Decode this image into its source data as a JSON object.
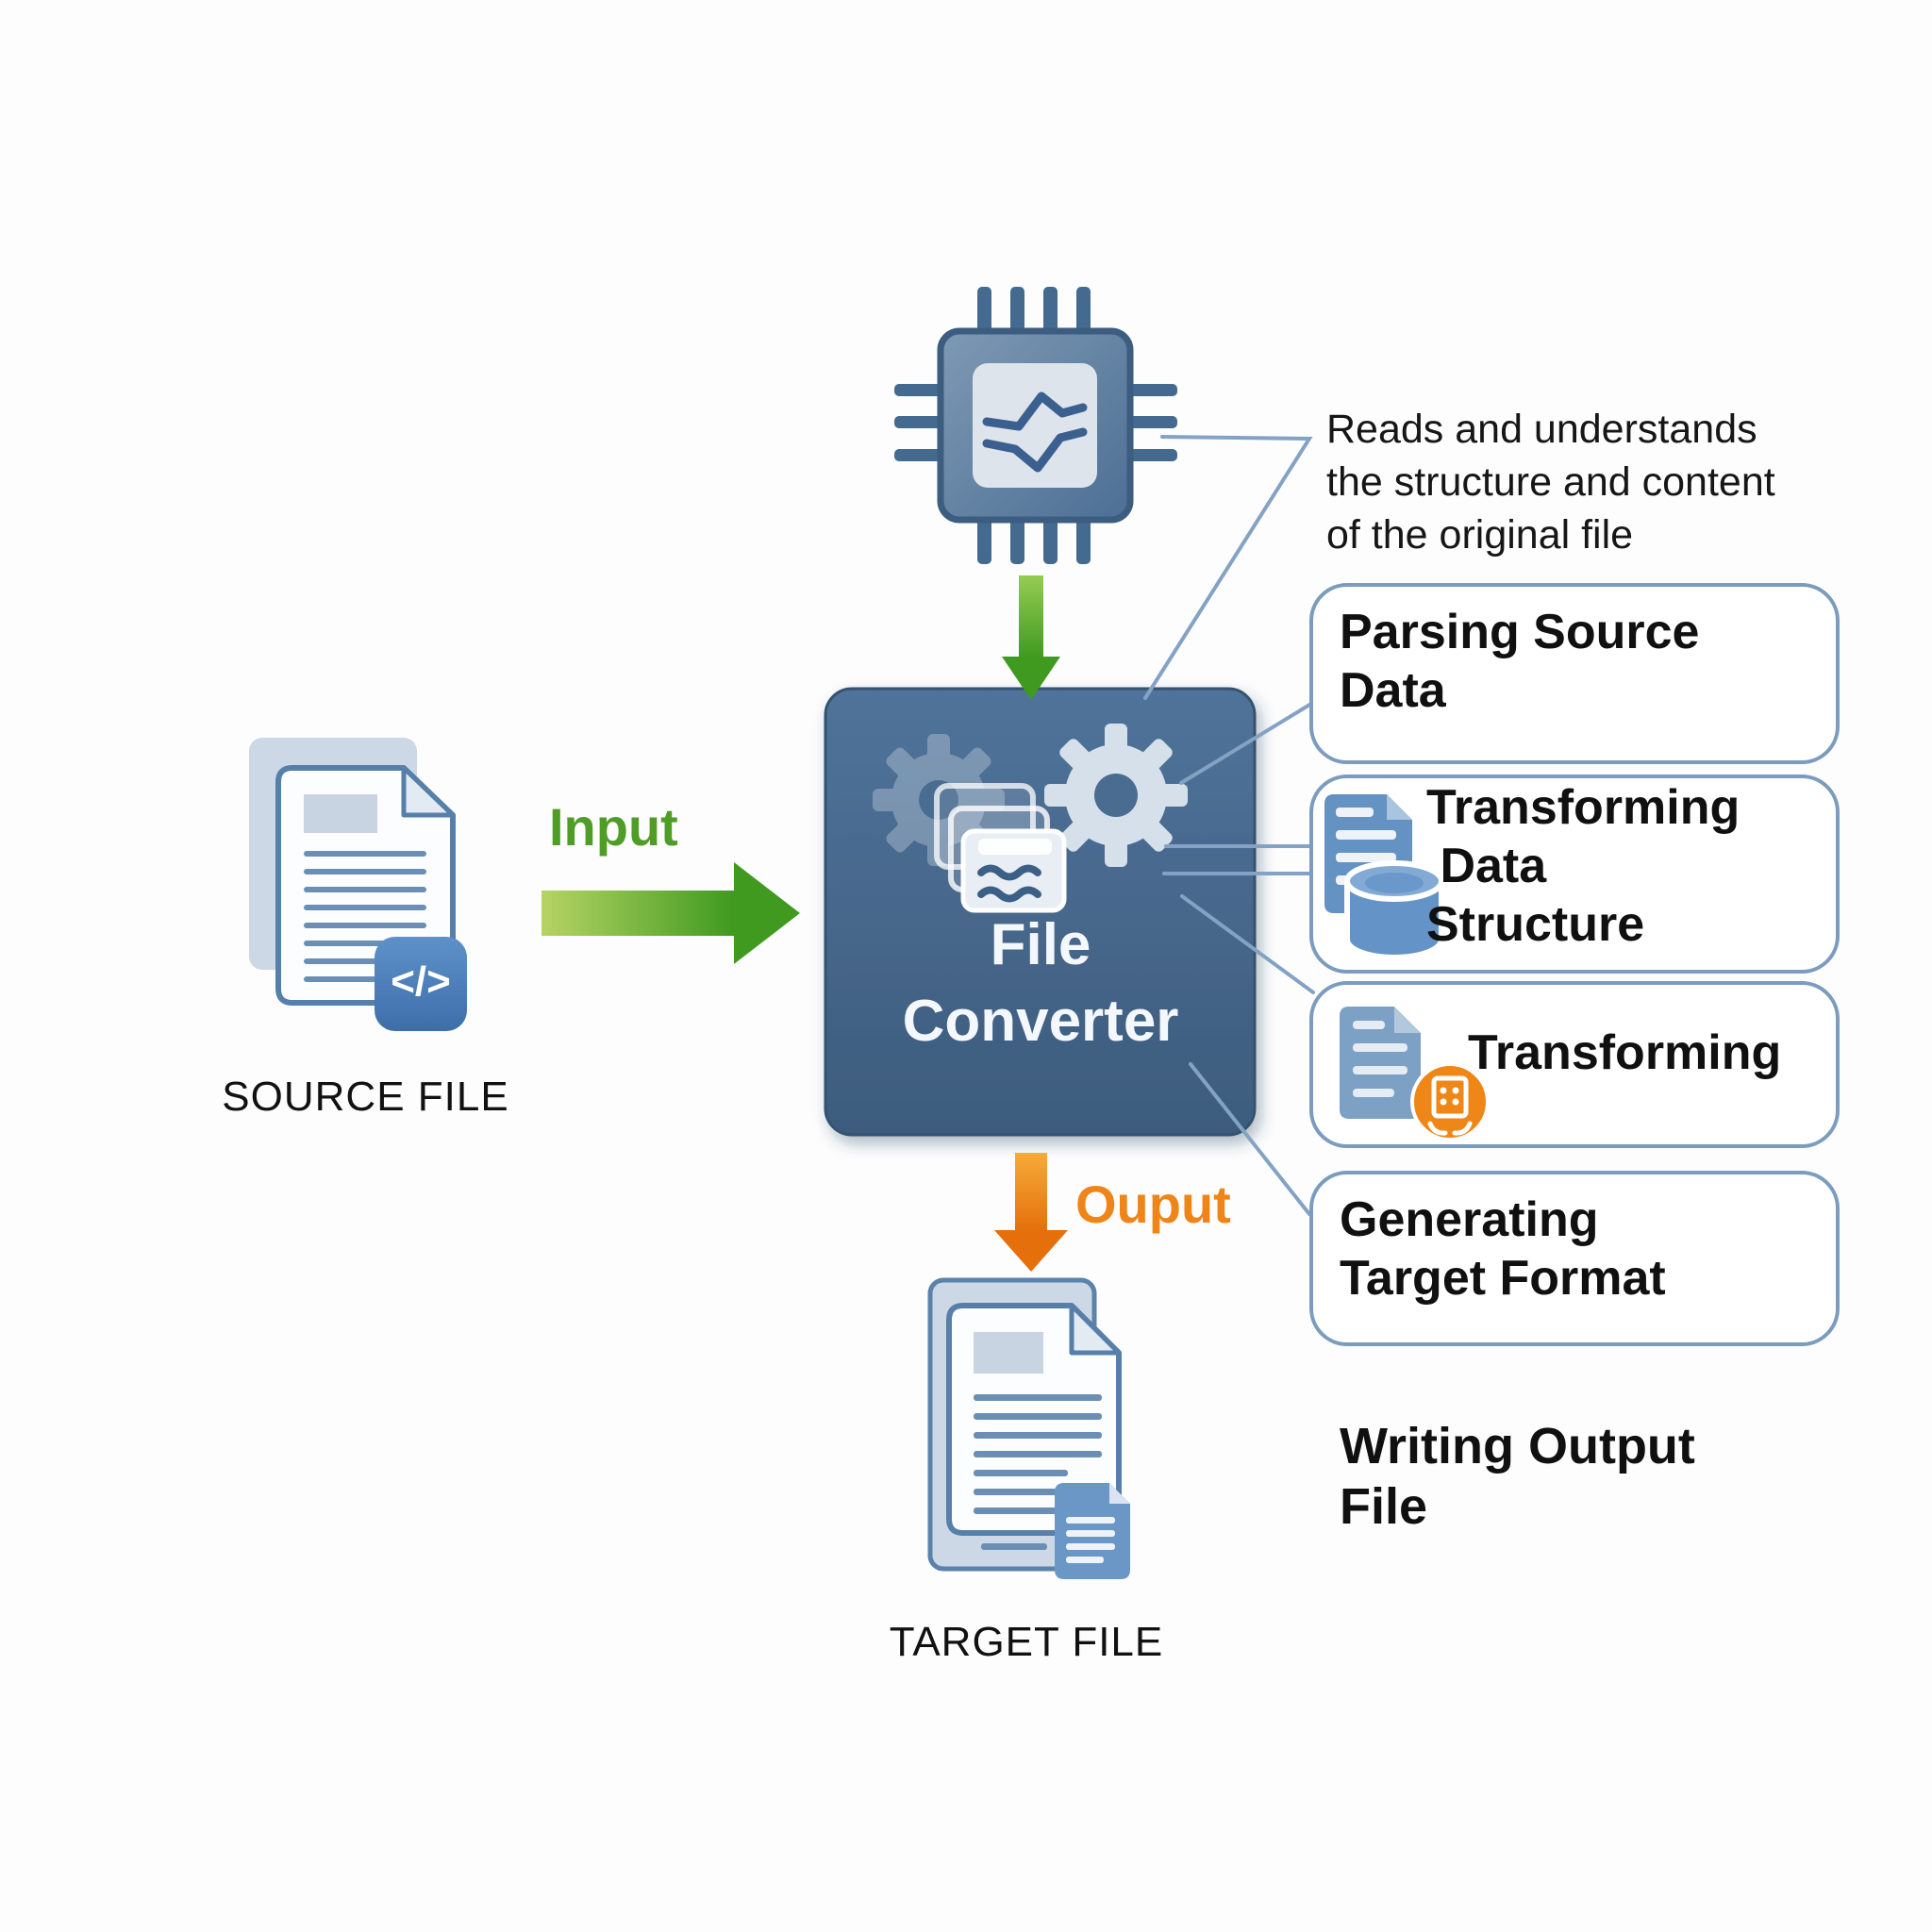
{
  "nodes": {
    "cpu": {
      "icon": "cpu-chip-icon",
      "annotation": "Reads and understands\nthe structure and content\nof the original file"
    },
    "converter": {
      "label": "File\nConverter",
      "color": "#46688c"
    },
    "source_file": {
      "label": "SOURCE FILE",
      "badge_glyph": "</>"
    },
    "target_file": {
      "label": "TARGET FILE"
    }
  },
  "flows": {
    "input": {
      "label": "Input",
      "color": "#4f9d26"
    },
    "output": {
      "label": "Ouput",
      "color": "#ef8518"
    }
  },
  "steps": [
    {
      "label": "Parsing Source\nData",
      "icon": "none",
      "boxed": true
    },
    {
      "label": "Transforming\n Data\nStructure",
      "icon": "document-database-icon",
      "boxed": true
    },
    {
      "label": "Transforming",
      "icon": "document-transform-icon",
      "boxed": true
    },
    {
      "label": "Generating\nTarget Format",
      "icon": "none",
      "boxed": true
    },
    {
      "label": "Writing Output\nFile",
      "icon": "none",
      "boxed": false
    }
  ],
  "colors": {
    "connector": "#84a3c4",
    "box_border": "#7b9cbe",
    "converter_fill": "#46688c",
    "doc_blue": "#6392c3",
    "accent_green": "#4f9d26",
    "accent_orange": "#ee8718"
  }
}
